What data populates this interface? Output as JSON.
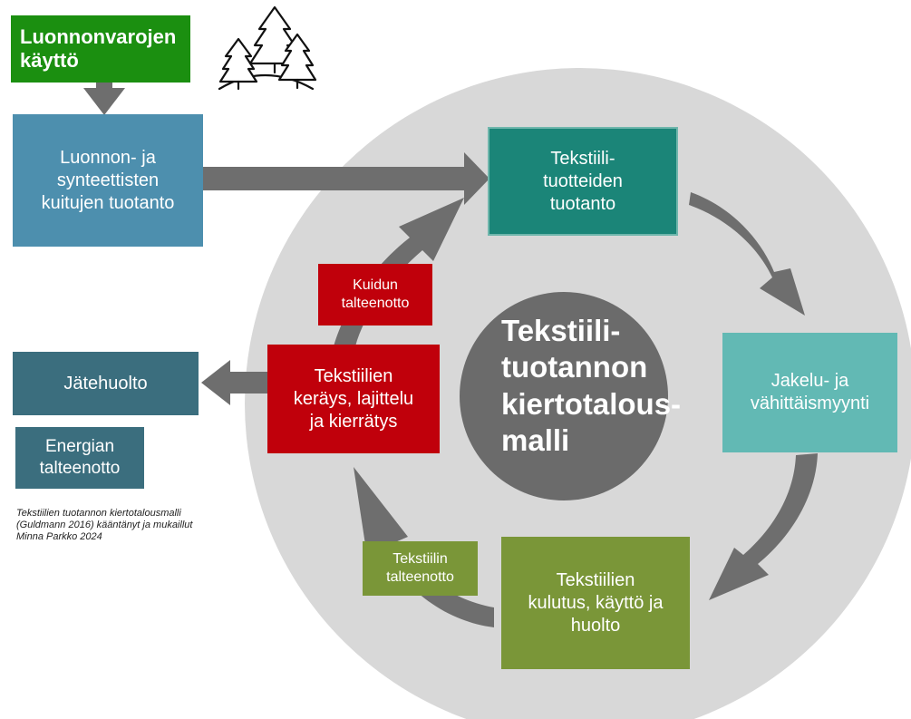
{
  "diagram": {
    "center_title": "Tekstiili-\ntuotannon\nkiertotalous-\nmalli",
    "nodes": {
      "source": "Luonnonvarojen\nkäyttö",
      "fiber_production": "Luonnon- ja\nsynteettisten\nkuitujen tuotanto",
      "textile_production": "Tekstiili-\ntuotteiden\ntuotanto",
      "distribution": "Jakelu- ja\nvähittäismyynti",
      "consumption": "Tekstiilien\nkulutus, käyttö ja\nhuolto",
      "collection": "Tekstiilien\nkeräys, lajittelu\nja kierrätys",
      "fiber_recovery": "Kuidun\ntalteenotto",
      "textile_recovery": "Tekstiilin\ntalteenotto",
      "waste_management": "Jätehuolto",
      "energy_recovery": "Energian\ntalteenotto"
    },
    "caption": "Tekstiilien tuotannon kiertotalousmalli\n(Guldmann 2016) kääntänyt ja mukaillut\nMinna Parkko 2024",
    "icons": [
      "forest-icon"
    ],
    "colors": {
      "outer_circle": "#d8d8d8",
      "inner_circle": "#6b6b6b",
      "arrow": "#6e6e6e",
      "source": "#1b8f10",
      "fiber_production": "#4d8fae",
      "textile_production": "#1b8578",
      "distribution": "#62b9b4",
      "consumption": "#7a9638",
      "collection": "#c0000b",
      "waste_energy": "#3b6e7e"
    }
  }
}
